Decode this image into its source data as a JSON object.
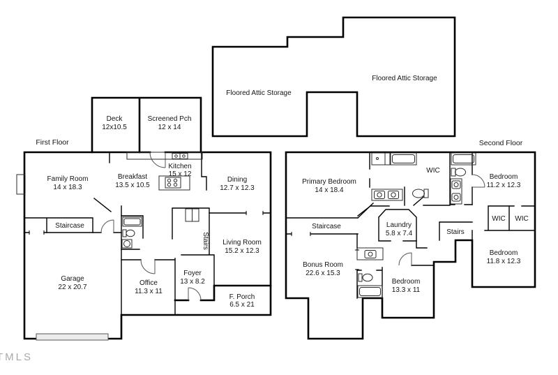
{
  "watermark": "TMLS",
  "attic": {
    "left": "Floored Attic Storage",
    "right": "Floored Attic Storage"
  },
  "first": {
    "title": "First Floor",
    "rooms": {
      "deck": {
        "name": "Deck",
        "dims": "12x10.5"
      },
      "screened_porch": {
        "name": "Screened Pch",
        "dims": "12 x 14"
      },
      "family": {
        "name": "Family Room",
        "dims": "14 x 18.3"
      },
      "breakfast": {
        "name": "Breakfast",
        "dims": "13.5 x 10.5"
      },
      "kitchen": {
        "name": "Kitchen",
        "dims": "15 x 12"
      },
      "dining": {
        "name": "Dining",
        "dims": "12.7 x 12.3"
      },
      "staircase": {
        "name": "Staircase"
      },
      "stairs": {
        "name": "Stairs"
      },
      "living": {
        "name": "Living Room",
        "dims": "15.2 x 12.3"
      },
      "garage": {
        "name": "Garage",
        "dims": "22 x 20.7"
      },
      "office": {
        "name": "Office",
        "dims": "11.3 x 11"
      },
      "foyer": {
        "name": "Foyer",
        "dims": "13 x 8.2"
      },
      "front_porch": {
        "name": "F. Porch",
        "dims": "6.5 x 21"
      }
    }
  },
  "second": {
    "title": "Second Floor",
    "rooms": {
      "primary": {
        "name": "Primary Bedroom",
        "dims": "14 x 18.4"
      },
      "wic_bath": {
        "name": "WIC"
      },
      "bedroom_right_top": {
        "name": "Bedroom",
        "dims": "11.2 x 12.3"
      },
      "staircase": {
        "name": "Staircase"
      },
      "laundry": {
        "name": "Laundry",
        "dims": "5.8 x 7.4"
      },
      "stairs": {
        "name": "Stairs"
      },
      "wic_left": {
        "name": "WIC"
      },
      "wic_right": {
        "name": "WIC"
      },
      "bedroom_right_bottom": {
        "name": "Bedroom",
        "dims": "11.8 x 12.3"
      },
      "bonus": {
        "name": "Bonus Room",
        "dims": "22.6 x 15.3"
      },
      "bedroom_middle": {
        "name": "Bedroom",
        "dims": "13.3 x 11"
      }
    }
  }
}
